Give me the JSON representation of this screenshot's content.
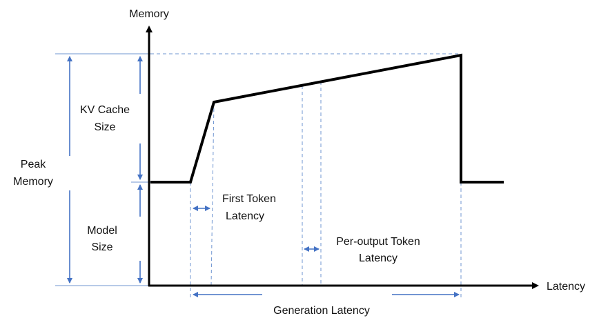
{
  "labels": {
    "y_axis": "Memory",
    "x_axis": "Latency",
    "peak_memory_line1": "Peak",
    "peak_memory_line2": "Memory",
    "kv_cache_line1": "KV Cache",
    "kv_cache_line2": "Size",
    "model_size_line1": "Model",
    "model_size_line2": "Size",
    "first_token_line1": "First Token",
    "first_token_line2": "Latency",
    "per_output_line1": "Per-output Token",
    "per_output_line2": "Latency",
    "generation_latency": "Generation Latency"
  },
  "colors": {
    "curve": "#000000",
    "guide": "#6f95d1",
    "measure_arrow": "#4472c4"
  }
}
